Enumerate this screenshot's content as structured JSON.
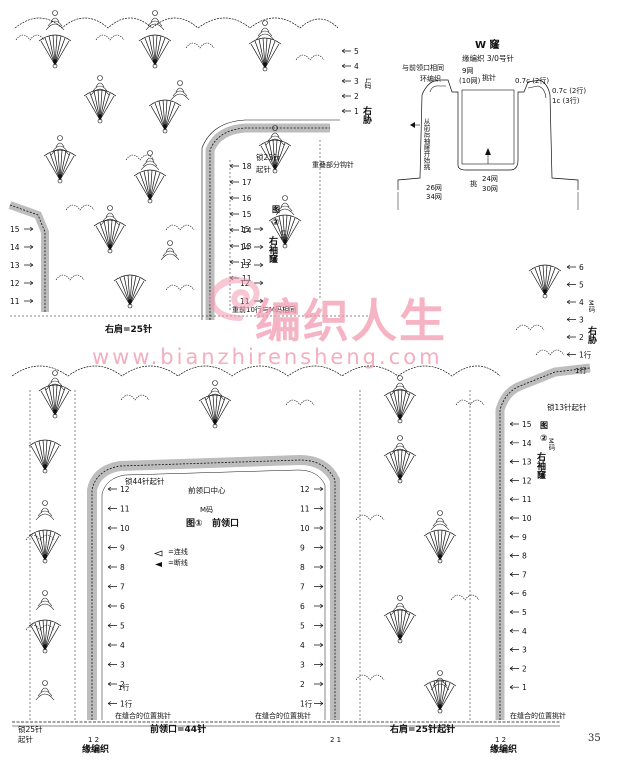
{
  "page_number": "35",
  "watermark": {
    "brand": "编织人生",
    "url": "www.bianzhirensheng.com",
    "color": "#f29ab0"
  },
  "colors": {
    "ink": "#111111",
    "band": "#bdbdbd"
  },
  "inset_w": {
    "title": "W 窿",
    "subtitle": "缘编织 3/0号针",
    "label_match_front": "与前领口相同",
    "label_ring": "环编织",
    "label_9net": "9网",
    "label_10net": "(10网)",
    "label_pick": "挑针",
    "label_07c_2": "0.7c (2行)",
    "label_07c_2b": "0.7c (2行)",
    "label_1c_3": "1c (3行)",
    "label_from_back": "从前后袖窿开始挑",
    "label_26_34": "26网",
    "label_34": "34网",
    "label_pick2": "挑",
    "label_24_30": "24网",
    "label_30": "30网"
  },
  "top_diagram": {
    "fig_label_a": "图",
    "fig_label_b": "②",
    "fig_label_c": "右袖窿",
    "size_label": "L码",
    "right_side_label": "右胁",
    "size_l_mark": "L码",
    "chain23": "锁23针",
    "chain23_b": "起针",
    "overlap": "重叠部分钩针",
    "repeat_note": "重前10行与M码相同",
    "shoulder": "右肩=25针",
    "row_marks_right_top": [
      "5",
      "4",
      "3",
      "2",
      "1"
    ],
    "row_marks_mid": [
      "18",
      "17",
      "16",
      "15",
      "14",
      "13",
      "12",
      "11"
    ],
    "row_marks_left": [
      "15",
      "14",
      "13",
      "12",
      "11"
    ]
  },
  "bottom_diagram": {
    "fig1_a": "图①",
    "fig1_b": "前领口",
    "size_m": "M码",
    "chain44": "锁44针起针",
    "center": "前领口中心",
    "legend_solid": "=连线",
    "legend_break": "=断线",
    "fig2_a": "图",
    "fig2_b": "②",
    "fig2_c": "右袖窿",
    "size_m_right": "M码",
    "right_side": "右胁",
    "chain13": "锁13针起针",
    "row_1": "1行",
    "row_1b": "1行",
    "pick_seam_left": "在缝合的位置挑针",
    "pick_seam_mid": "在缝合的位置挑针",
    "pick_seam_right": "在缝合的位置挑针",
    "chain25": "锁25针",
    "chain25_b": "起针",
    "neck": "前领口=44针",
    "shoulder": "右肩=25针起针",
    "border_left": "缘编织",
    "border_right": "缘编织",
    "row_marks": [
      "12",
      "11",
      "10",
      "9",
      "8",
      "7",
      "6",
      "5",
      "4",
      "3",
      "2",
      "1行"
    ],
    "row_marks_right": [
      "15",
      "14",
      "13",
      "12",
      "11",
      "10",
      "9",
      "8",
      "7",
      "6",
      "5",
      "4",
      "3",
      "2",
      "1"
    ],
    "right_top_marks": [
      "6",
      "5",
      "4",
      "3",
      "2",
      "1行"
    ],
    "num_12": "1 2",
    "num_21": "2 1"
  }
}
